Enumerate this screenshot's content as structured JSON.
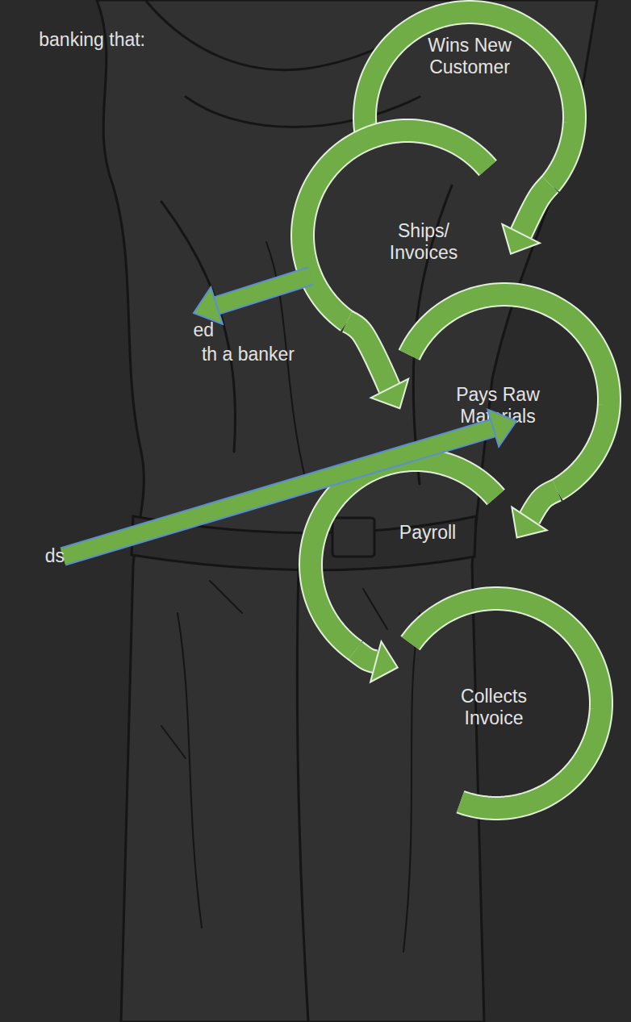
{
  "diagram": {
    "nodes": [
      {
        "text": [
          "Wins New Customer"
        ]
      },
      {
        "text": [
          "Ships/ Invoices"
        ]
      },
      {
        "text": [
          "Pays Raw Materials"
        ]
      },
      {
        "text": [
          "Payroll"
        ]
      },
      {
        "text": [
          "Collects Invoice"
        ]
      }
    ],
    "edges": [
      {
        "from": 0,
        "to": 1,
        "arrow": "to"
      },
      {
        "from": 1,
        "to": 2,
        "arrow": "to"
      },
      {
        "from": 2,
        "to": 3,
        "arrow": "to"
      },
      {
        "from": 3,
        "to": 4,
        "arrow": "to"
      }
    ],
    "labels": [
      "banking that:",
      "ed",
      "th a banker",
      "ds"
    ]
  }
}
